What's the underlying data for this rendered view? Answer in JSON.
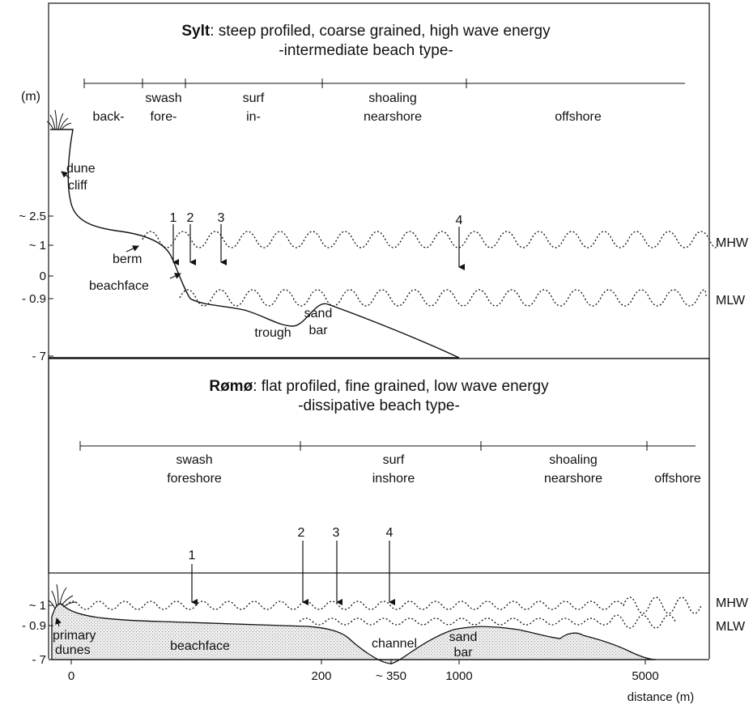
{
  "sylt": {
    "title_bold": "Sylt",
    "title_rest": ": steep profiled, coarse grained, high wave energy",
    "subtitle": "-intermediate beach type-",
    "unit": "(m)",
    "zones": {
      "back": "back-",
      "swash": "swash",
      "fore": "fore-",
      "surf": "surf",
      "in": "in-",
      "shoaling": "shoaling",
      "nearshore": "nearshore",
      "offshore": "offshore"
    },
    "y_ticks": [
      "~ 2.5",
      "~ 1",
      "0",
      "- 0.9",
      "- 7"
    ],
    "labels": {
      "dune": "dune",
      "cliff": "cliff",
      "berm": "berm",
      "beachface": "beachface",
      "trough": "trough",
      "sand": "sand",
      "bar": "bar"
    },
    "arrows": [
      "1",
      "2",
      "3",
      "4"
    ],
    "mhw": "MHW",
    "mlw": "MLW"
  },
  "romo": {
    "title_bold": "Rømø",
    "title_rest": ": flat profiled, fine grained, low wave energy",
    "subtitle": "-dissipative beach type-",
    "zones": {
      "swash": "swash",
      "foreshore": "foreshore",
      "surf": "surf",
      "inshore": "inshore",
      "shoaling": "shoaling",
      "nearshore": "nearshore",
      "offshore": "offshore"
    },
    "y_ticks": [
      "~ 1",
      "- 0.9",
      "- 7"
    ],
    "labels": {
      "primary": "primary",
      "dunes": "dunes",
      "beachface": "beachface",
      "channel": "channel",
      "sand": "sand",
      "bar": "bar"
    },
    "arrows": [
      "1",
      "2",
      "3",
      "4"
    ],
    "mhw": "MHW",
    "mlw": "MLW"
  },
  "x_axis": {
    "ticks": [
      "0",
      "200",
      "~ 350",
      "1000",
      "5000"
    ],
    "label": "distance (m)"
  }
}
